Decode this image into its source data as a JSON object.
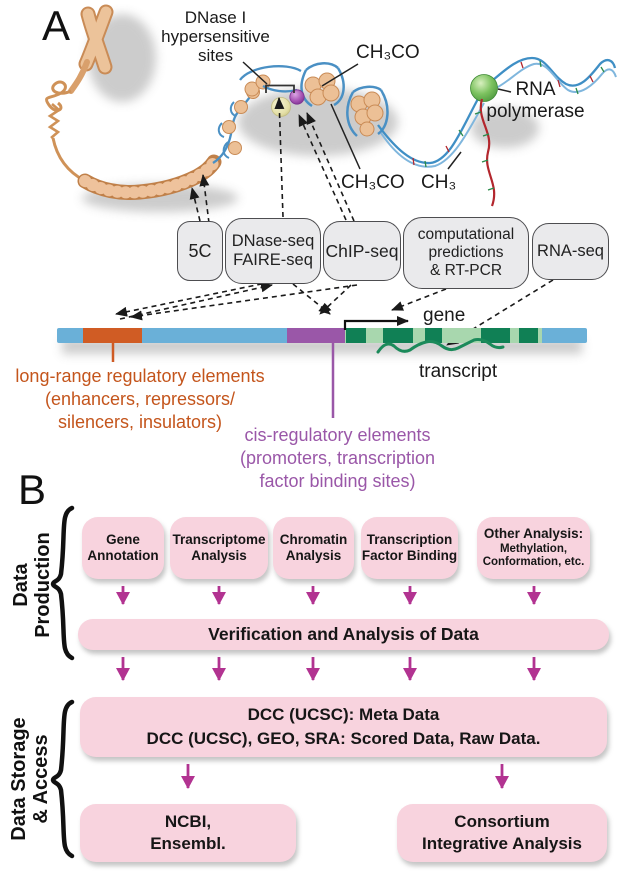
{
  "figure": {
    "panel_a": {
      "panel_label": "A",
      "dnase_sites": {
        "line1": "DNase I",
        "line2": "hypersensitive",
        "line3": "sites"
      },
      "acetyl_top": "CH₃CO",
      "acetyl_bottom": "CH₃CO",
      "methyl": "CH₃",
      "rna_polymerase": {
        "line1": "RNA",
        "line2": "polymerase"
      },
      "assays": {
        "five_c": {
          "line1": "5C"
        },
        "dnase_faire": {
          "line1": "DNase-seq",
          "line2": "FAIRE-seq"
        },
        "chip_seq": {
          "line1": "ChIP-seq"
        },
        "computational": {
          "line1": "computational",
          "line2": "predictions",
          "line3": "& RT-PCR"
        },
        "rna_seq": {
          "line1": "RNA-seq"
        }
      },
      "gene_label": "gene",
      "transcript_label": "transcript",
      "long_range_note": {
        "line1": "long-range regulatory elements",
        "line2": "(enhancers, repressors/",
        "line3": "silencers, insulators)"
      },
      "cis_note": {
        "line1": "cis-regulatory elements",
        "line2": "(promoters, transcription",
        "line3": "factor binding sites)"
      }
    },
    "panel_b": {
      "panel_label": "B",
      "side_labels": {
        "production": {
          "line1": "Data",
          "line2": "Production"
        },
        "storage": {
          "line1": "Data Storage",
          "line2": "& Access"
        }
      },
      "production_boxes": {
        "gene_annotation": {
          "line1": "Gene",
          "line2": "Annotation"
        },
        "transcriptome": {
          "line1": "Transcriptome",
          "line2": "Analysis"
        },
        "chromatin": {
          "line1": "Chromatin",
          "line2": "Analysis"
        },
        "tf_binding": {
          "line1": "Transcription",
          "line2": "Factor Binding"
        },
        "other": {
          "line1": "Other Analysis:",
          "line2": "Methylation,",
          "line3": "Conformation, etc."
        }
      },
      "verification_bar": "Verification and Analysis of Data",
      "storage_bar": {
        "line1": "DCC (UCSC): Meta Data",
        "line2": "DCC (UCSC), GEO, SRA: Scored Data, Raw Data."
      },
      "ncbi_box": {
        "line1": "NCBI,",
        "line2": "Ensembl."
      },
      "consortium_box": {
        "line1": "Consortium",
        "line2": "Integrative Analysis"
      }
    },
    "colors": {
      "pink_box": "#f8d3de",
      "magenta_arrow": "#b23391",
      "assay_box_fill": "#eaeaec",
      "assay_box_border": "#4d4d50",
      "genome_blue": "#6ab0d8",
      "enhancer_orange": "#d05c24",
      "promoter_purple": "#9a57a8",
      "exon_dark_green": "#108055",
      "gene_light_green": "#a8d7ae",
      "transcript_green": "#1b8a5a",
      "chromatin_tan": "#e7b283",
      "dna_blue": "#4a90c4",
      "rna_red": "#b3262d",
      "polymerase_green": "#5fae4e",
      "long_range_text": "#c4551c",
      "cis_text": "#9a57a8"
    }
  }
}
